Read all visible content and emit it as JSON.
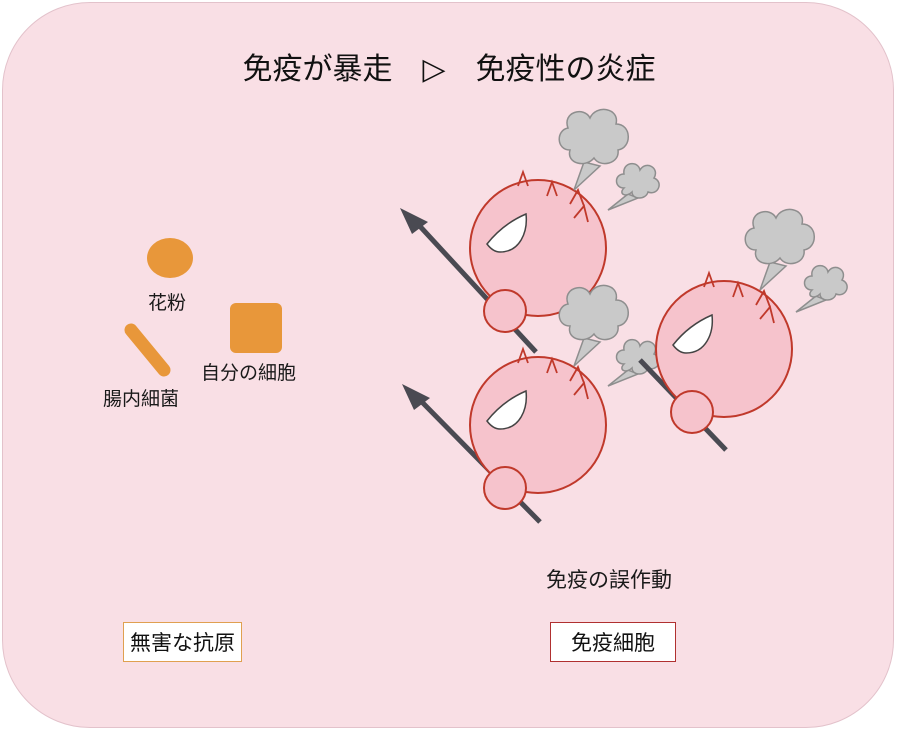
{
  "title": "免疫が暴走　▷　免疫性の炎症",
  "antigens": {
    "pollen": "花粉",
    "gut_bacteria": "腸内細菌",
    "own_cells": "自分の細胞",
    "box_label": "無害な抗原",
    "color": "#e8973a",
    "box_border_color": "#e0a050"
  },
  "immune": {
    "malfunction_label": "免疫の誤作動",
    "box_label": "免疫細胞",
    "cell_fill": "#f6c3cc",
    "cell_stroke": "#c0392b",
    "box_border_color": "#b03030"
  },
  "colors": {
    "background": "#f9dfe5",
    "arrow": "#4a4a52",
    "smoke_fill": "#c9c9c9"
  }
}
